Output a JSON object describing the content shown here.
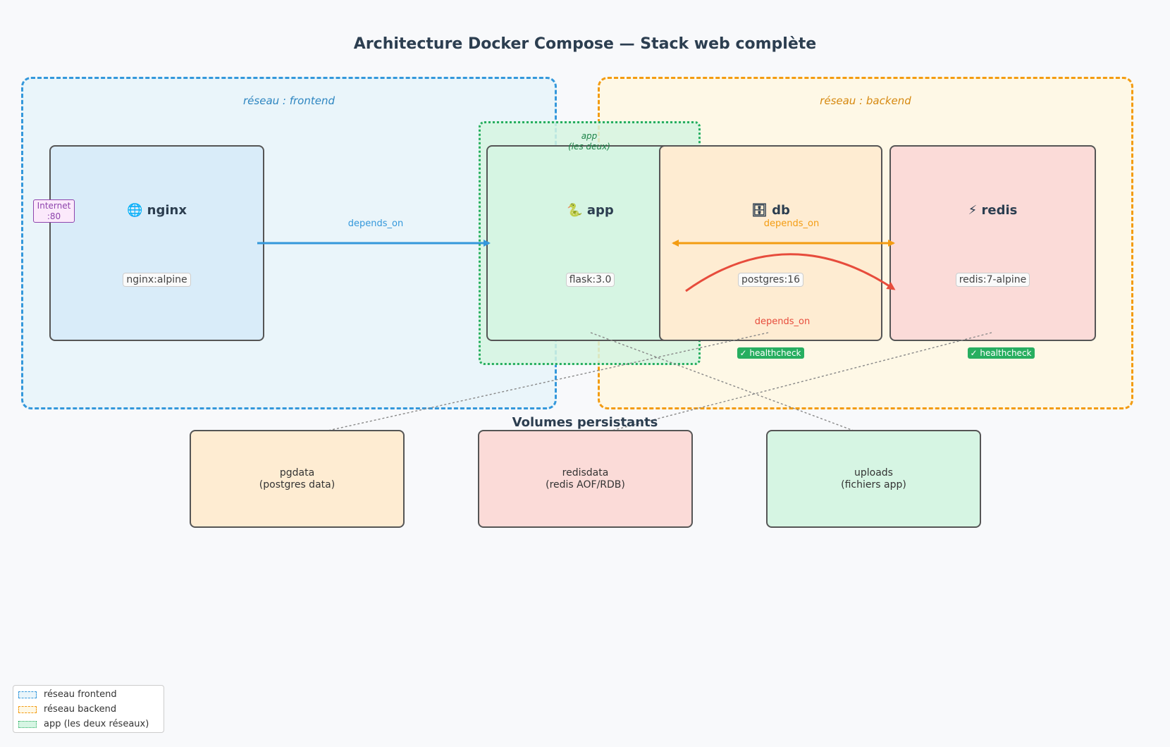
{
  "title": "Architecture Docker Compose — Stack web complète",
  "networks": {
    "frontend": {
      "label": "réseau : frontend",
      "color": "#3498db"
    },
    "backend": {
      "label": "réseau : backend",
      "color": "#f39c12"
    },
    "app_zone": {
      "label": "app\n(les deux)",
      "color": "#27ae60"
    }
  },
  "services": {
    "nginx": {
      "icon": "globe-icon",
      "title": "🌐 nginx",
      "image": "nginx:alpine"
    },
    "app": {
      "icon": "python-icon",
      "title": "🐍 app",
      "image": "flask:3.0"
    },
    "db": {
      "icon": "database-icon",
      "title": "🗄 db",
      "image": "postgres:16",
      "health": "✓ healthcheck"
    },
    "redis": {
      "icon": "lightning-icon",
      "title": "⚡ redis",
      "image": "redis:7-alpine",
      "health": "✓ healthcheck"
    }
  },
  "internet": {
    "label": "Internet\n:80"
  },
  "edges": {
    "nginx_app": {
      "label": "depends_on",
      "color": "#3498db"
    },
    "app_backend": {
      "label": "depends_on",
      "color": "#f39c12"
    },
    "app_redis": {
      "label": "depends_on",
      "color": "#e74c3c"
    }
  },
  "volumes": {
    "heading": "Volumes persistants",
    "items": [
      {
        "name": "pgdata",
        "desc": "(postgres data)"
      },
      {
        "name": "redisdata",
        "desc": "(redis AOF/RDB)"
      },
      {
        "name": "uploads",
        "desc": "(fichiers app)"
      }
    ]
  },
  "legend": {
    "items": [
      {
        "label": "réseau frontend"
      },
      {
        "label": "réseau backend"
      },
      {
        "label": "app (les deux réseaux)"
      }
    ]
  },
  "colors": {
    "nginx_fill": "#d9ecf9",
    "app_fill": "#d6f5e3",
    "db_fill": "#feecd2",
    "redis_fill": "#fbdbd8",
    "text_dark": "#2c3e50"
  }
}
